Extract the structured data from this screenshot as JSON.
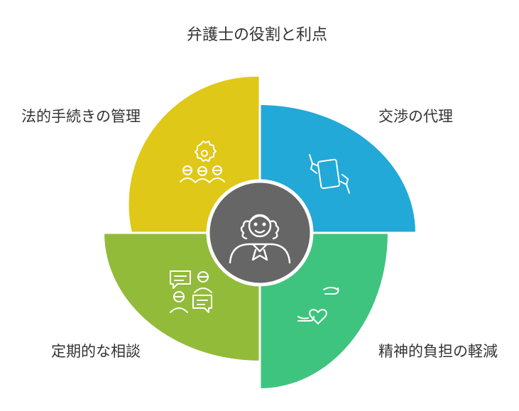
{
  "title": "弁護士の役割と利点",
  "center": {
    "icon": "lawyer-icon",
    "color": "#666666"
  },
  "quadrants": [
    {
      "id": "top-left",
      "label": "法的手続きの管理",
      "icon": "gear-with-people-icon",
      "color": "#dfc817"
    },
    {
      "id": "top-right",
      "label": "交渉の代理",
      "icon": "hands-holding-document-icon",
      "color": "#22a9d8"
    },
    {
      "id": "bottom-right",
      "label": "精神的負担の軽減",
      "icon": "hands-with-heart-icon",
      "color": "#3ec47e"
    },
    {
      "id": "bottom-left",
      "label": "定期的な相談",
      "icon": "people-conversation-icon",
      "color": "#93bb3a"
    }
  ]
}
